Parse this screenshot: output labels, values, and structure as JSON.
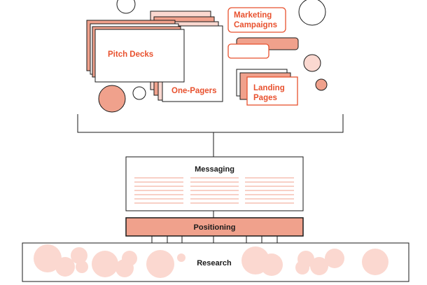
{
  "labels": {
    "pitch_decks": "Pitch Decks",
    "one_pagers": "One-Pagers",
    "marketing_line1": "Marketing",
    "marketing_line2": "Campaigns",
    "landing_line1": "Landing",
    "landing_line2": "Pages",
    "messaging": "Messaging",
    "positioning": "Positioning",
    "research": "Research"
  },
  "colors": {
    "accent": "#E8512E",
    "salmon": "#F0A18C",
    "pale": "#FBD8D0",
    "pale_light": "#FCE0D9",
    "ink": "#1a1a1a",
    "white": "#ffffff"
  }
}
